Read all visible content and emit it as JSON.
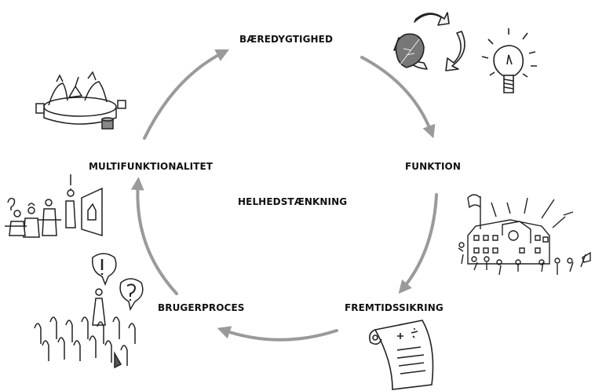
{
  "diagram": {
    "center_label": "HELHEDSTÆNKNING",
    "nodes": [
      {
        "id": "baeredygtighed",
        "label": "BÆREDYGTIGHED"
      },
      {
        "id": "funktion",
        "label": "FUNKTION"
      },
      {
        "id": "fremtidssikring",
        "label": "FREMTIDSSIKRING"
      },
      {
        "id": "brugerproces",
        "label": "BRUGERPROCES"
      },
      {
        "id": "multifunktionalitet",
        "label": "MULTIFUNKTIONALITET"
      }
    ],
    "arrow_color": "#9a9a9a",
    "sketch_color": "#222222"
  }
}
